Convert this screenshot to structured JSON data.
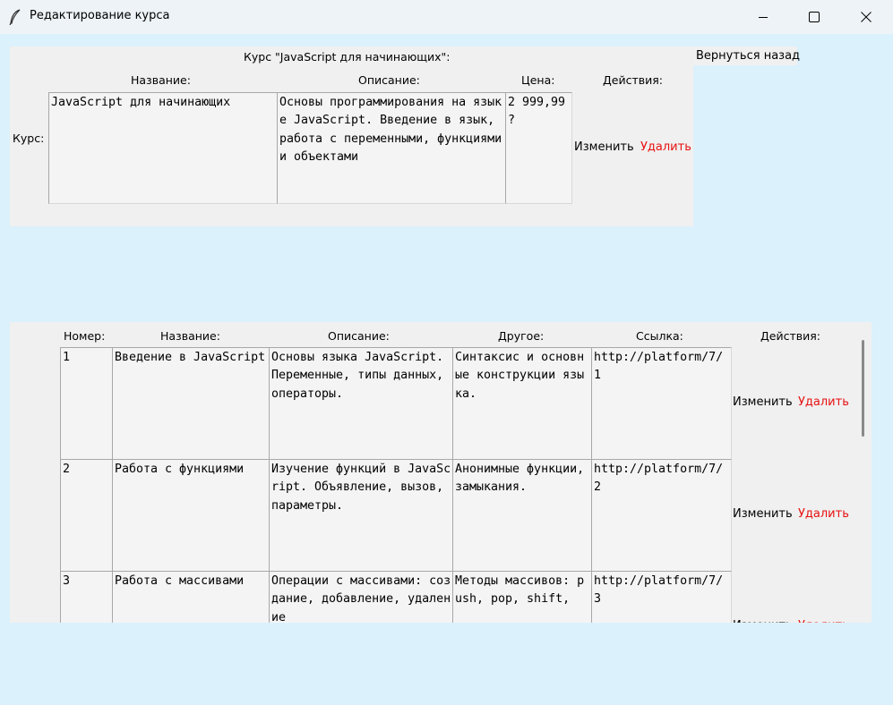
{
  "window": {
    "title": "Редактирование курса",
    "icons": {
      "app": "feather-icon",
      "minimize": "minimize-icon",
      "maximize": "maximize-icon",
      "close": "close-icon"
    }
  },
  "course_panel": {
    "heading": "Курс \"JavaScript для начинающих\":",
    "row_label": "Курс:",
    "headers": {
      "name": "Название:",
      "description": "Описание:",
      "price": "Цена:",
      "actions": "Действия:"
    },
    "course": {
      "name": "JavaScript для начинающих",
      "description": "Основы программирования на языке JavaScript. Введение в язык, работа с переменными, функциями и объектами",
      "price": "2 999,99 ?"
    },
    "edit_label": "Изменить",
    "delete_label": "Удалить"
  },
  "back_button": {
    "label": "Вернуться назад"
  },
  "lessons_panel": {
    "headers": {
      "number": "Номер:",
      "name": "Название:",
      "description": "Описание:",
      "other": "Другое:",
      "link": "Ссылка:",
      "actions": "Действия:"
    },
    "edit_label": "Изменить",
    "delete_label": "Удалить",
    "rows": [
      {
        "number": "1",
        "name": "Введение в JavaScript",
        "description": "Основы языка JavaScript. Переменные, типы данных, операторы.",
        "other": "Синтаксис и основные конструкции языка.",
        "link": "http://platform/7/1"
      },
      {
        "number": "2",
        "name": "Работа с функциями",
        "description": "Изучение функций в JavaScript. Объявление, вызов, параметры.",
        "other": "Анонимные функции, замыкания.",
        "link": "http://platform/7/2"
      },
      {
        "number": "3",
        "name": "Работа с массивами",
        "description": "Операции с массивами: создание, добавление, удаление",
        "other": "Методы массивов: push, pop, shift,",
        "link": "http://platform/7/3"
      }
    ]
  },
  "colors": {
    "background": "#dbf1fc",
    "panel": "#f0f0f0",
    "delete": "#e81010"
  }
}
